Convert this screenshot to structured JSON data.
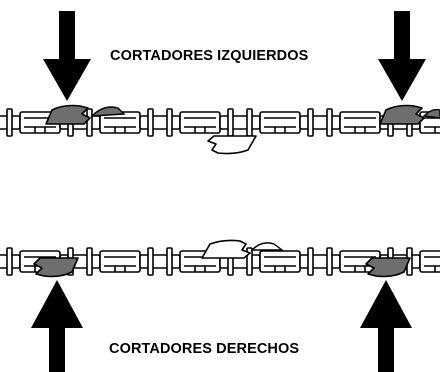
{
  "labels": {
    "left_cutters": "CORTADORES IZQUIERDOS",
    "right_cutters": "CORTADORES DERECHOS"
  },
  "colors": {
    "ink": "#000000",
    "cutter_fill": "#6e6e6e",
    "background": "#ffffff"
  },
  "icons": [
    "down-arrow-icon",
    "up-arrow-icon",
    "saw-chain",
    "cutter-tooth"
  ]
}
